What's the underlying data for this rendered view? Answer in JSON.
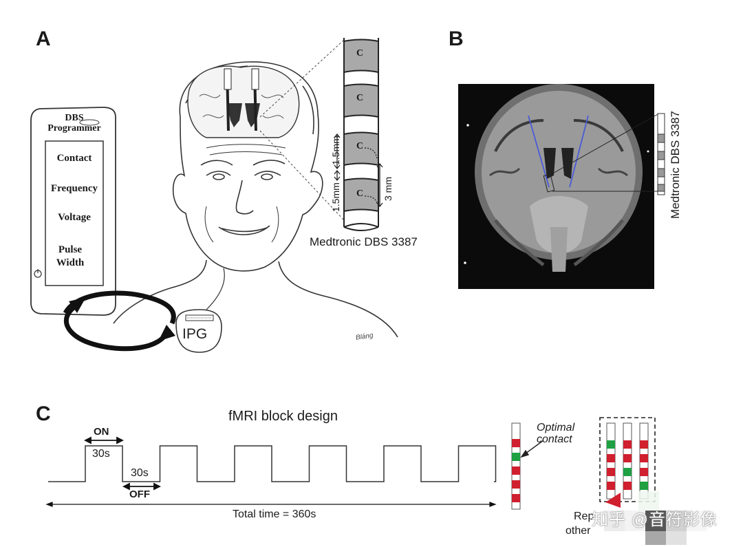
{
  "panels": {
    "a": "A",
    "b": "B",
    "c": "C"
  },
  "programmer": {
    "title": "DBS Programmer",
    "items": [
      "Contact",
      "Frequency",
      "Voltage",
      "Pulse Width"
    ]
  },
  "ipg_label": "IPG",
  "lead": {
    "contact_letter": "C",
    "spacing_label": "1.5mm",
    "spacing_label2": "1.5mm",
    "pitch_label": "3 mm",
    "name": "Medtronic DBS 3387"
  },
  "mri": {
    "lead_name": "Medtronic DBS 3387"
  },
  "block_design": {
    "title": "fMRI block design",
    "on_label": "ON",
    "on_duration": "30s",
    "off_label": "OFF",
    "off_duration": "30s",
    "total_label": "Total time = 360s",
    "cycles": 6
  },
  "optimal_contact": "Optimal contact",
  "partial_text": {
    "line1": "Rep",
    "line2": "other"
  },
  "watermark": "知乎 @音符影像",
  "signature": "Bláng",
  "colors": {
    "contact_red": "#d01f2e",
    "contact_green": "#1ea043",
    "mri_lead": "#4a5bd6"
  }
}
